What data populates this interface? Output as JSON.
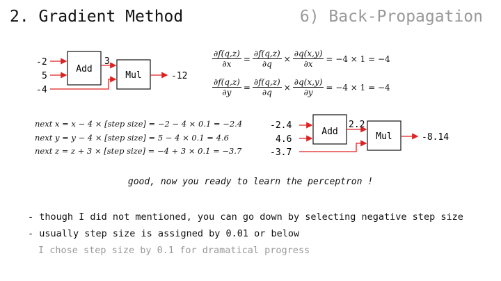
{
  "header": {
    "title_left": "2. Gradient Method",
    "title_right": "6) Back-Propagation"
  },
  "colors": {
    "text": "#111111",
    "muted": "#999999",
    "arrow": "#dd2222"
  },
  "graph1": {
    "inputs": [
      "-2",
      "5",
      "-4"
    ],
    "add_label": "Add",
    "mul_label": "Mul",
    "mid_value": "3",
    "output": "-12"
  },
  "graph2": {
    "inputs": [
      "-2.4",
      "4.6",
      "-3.7"
    ],
    "add_label": "Add",
    "mul_label": "Mul",
    "mid_value": "2.2",
    "output": "-8.14"
  },
  "equations": {
    "row1": {
      "lhs_num": "∂f(q,z)",
      "lhs_den": "∂x",
      "eq": "=",
      "a_num": "∂f(q,z)",
      "a_den": "∂q",
      "times": "×",
      "b_num": "∂q(x,y)",
      "b_den": "∂x",
      "rest": "= −4 × 1 = −4"
    },
    "row2": {
      "lhs_num": "∂f(q,z)",
      "lhs_den": "∂y",
      "eq": "=",
      "a_num": "∂f(q,z)",
      "a_den": "∂q",
      "times": "×",
      "b_num": "∂q(x,y)",
      "b_den": "∂y",
      "rest": "= −4 × 1 = −4"
    }
  },
  "updates": [
    "next x = x − 4 × [step size] = −2 − 4 × 0.1 = −2.4",
    "next y = y − 4 × [step size] = 5 − 4 × 0.1 = 4.6",
    "next z = z + 3 × [step size] = −4 + 3 × 0.1 = −3.7"
  ],
  "remark": "good, now you ready to learn the perceptron !",
  "bullets": [
    "- though I did not mentioned, you can go down by selecting negative step size",
    "- usually step size is assigned by 0.01 or below"
  ],
  "note": "I chose step size by 0.1 for dramatical progress"
}
